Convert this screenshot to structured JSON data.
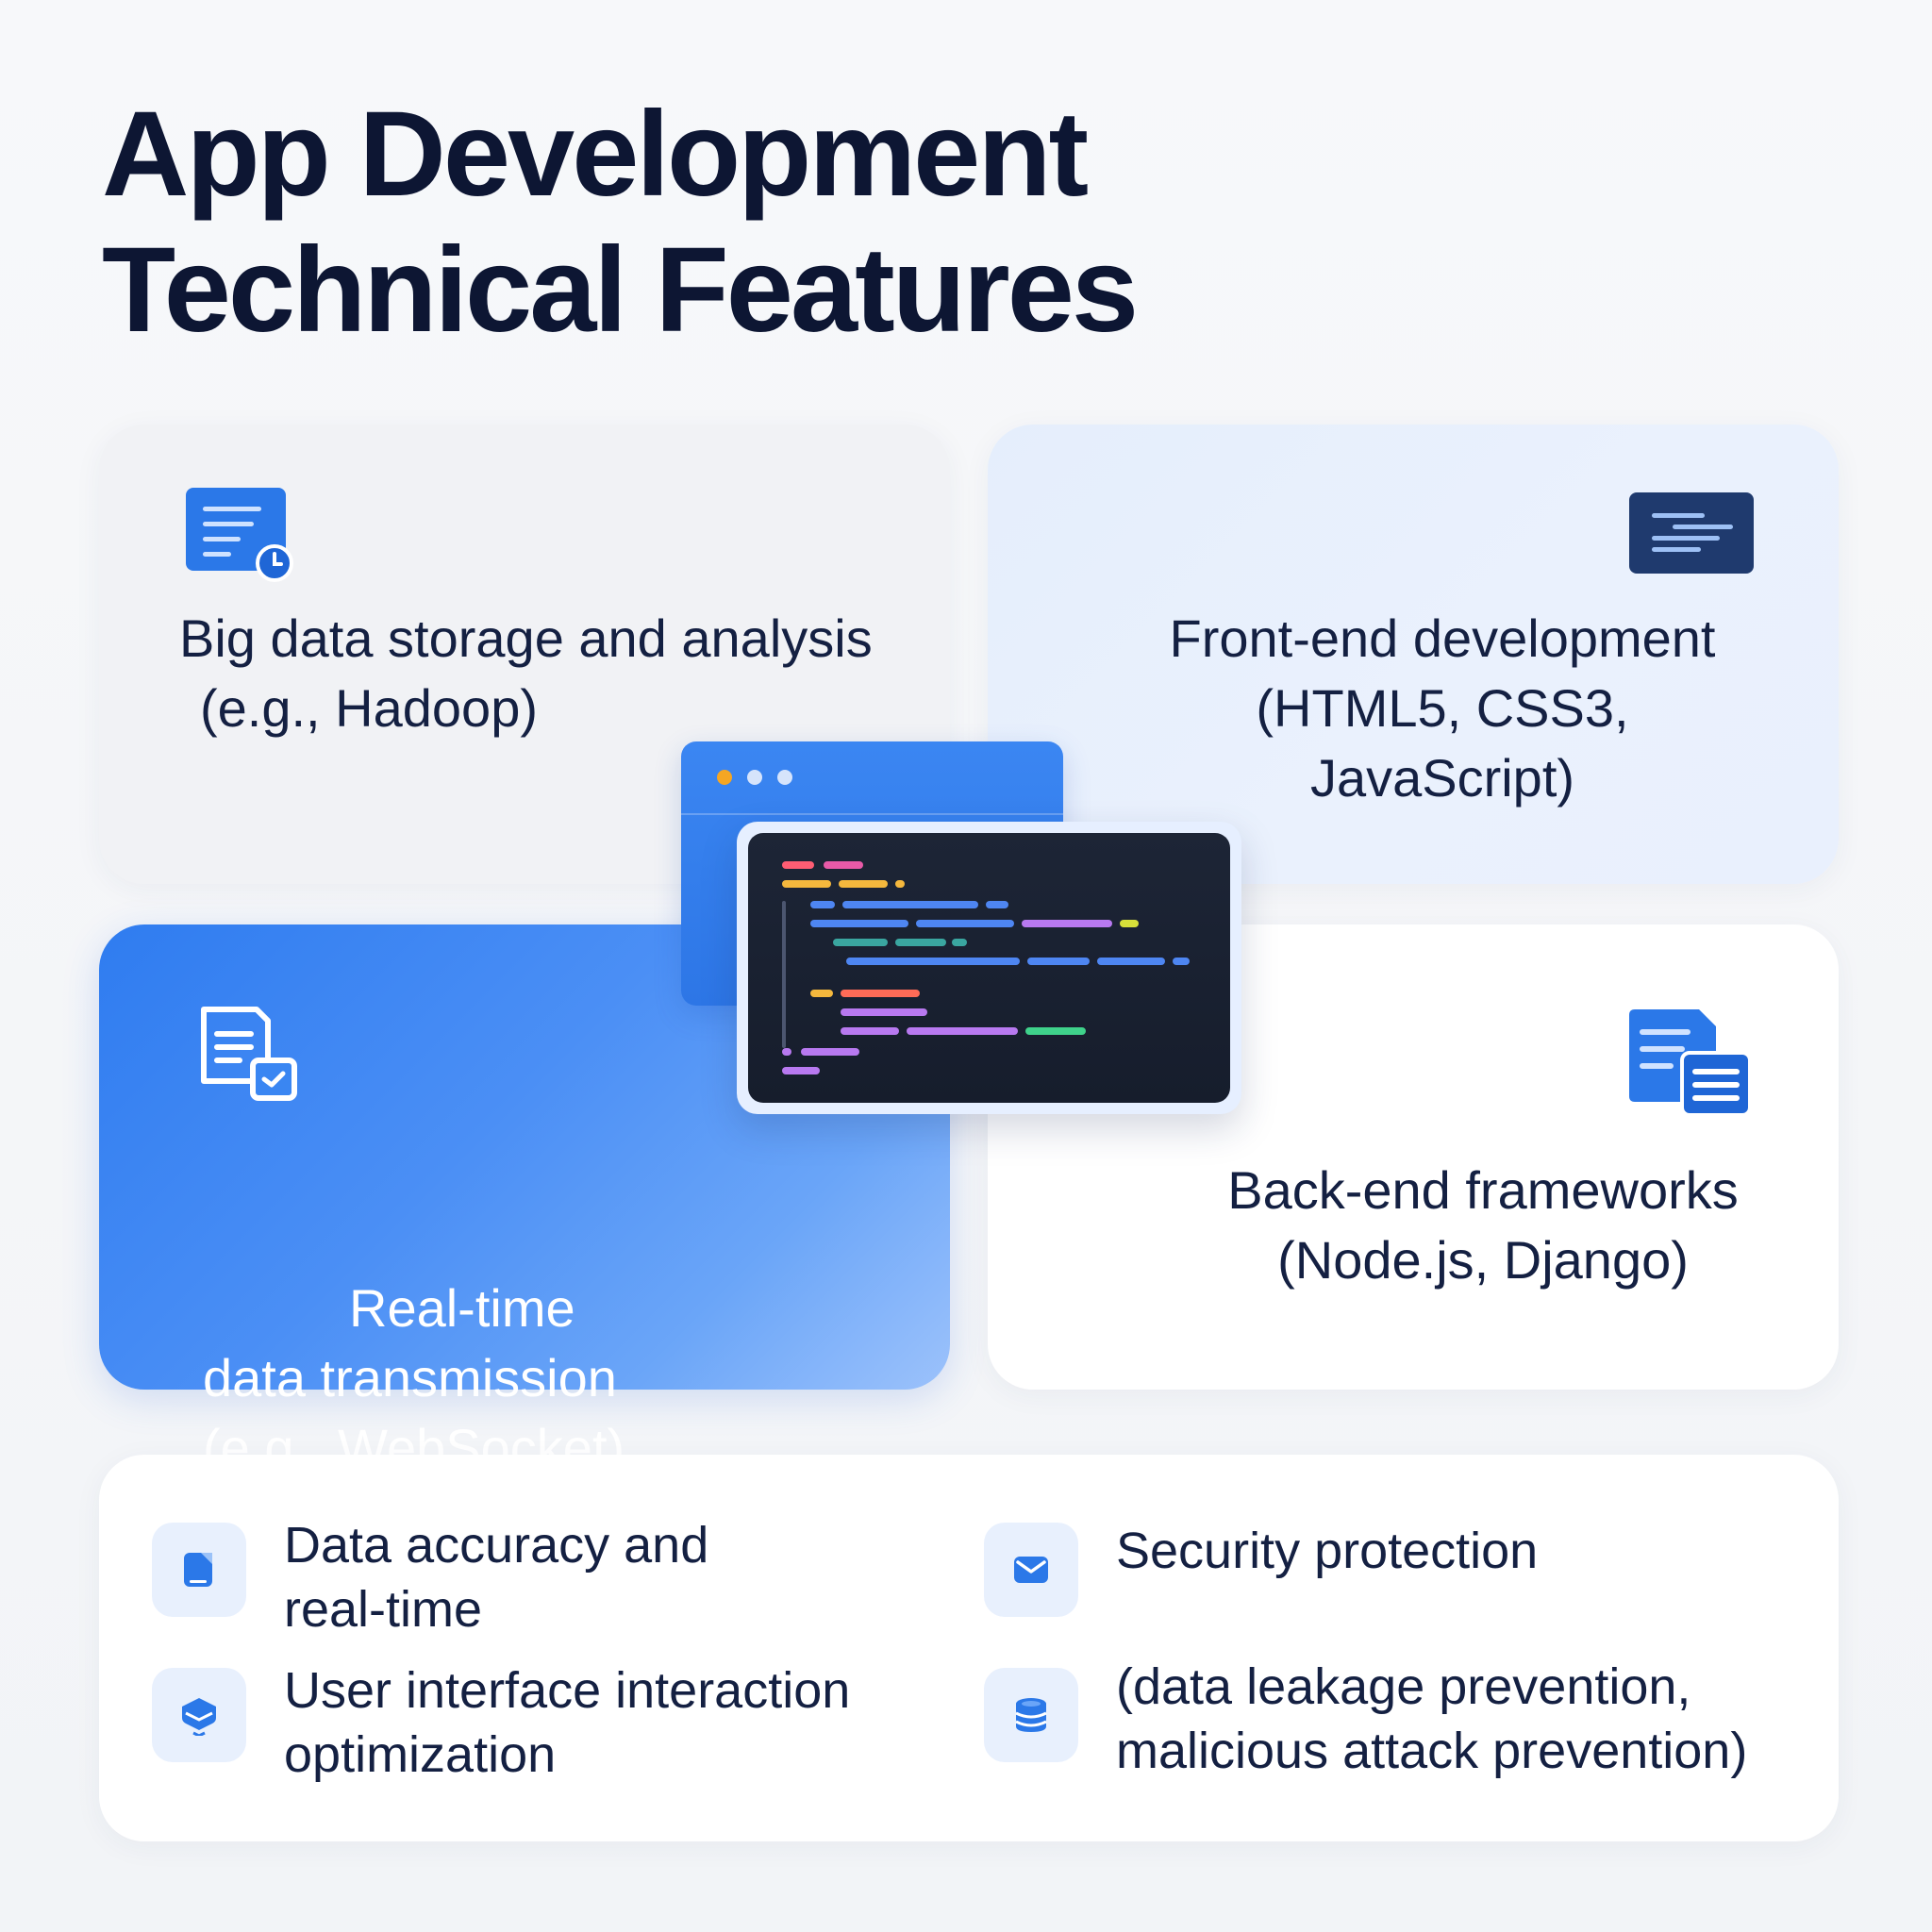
{
  "title": {
    "line1": "App Development",
    "line2": "Technical Features"
  },
  "cards": {
    "bigdata": {
      "line1": "Big data storage and analysis",
      "line2": "(e.g., Hadoop)",
      "icon": "document-clock-icon"
    },
    "frontend": {
      "line1": "Front-end development",
      "line2": "(HTML5, CSS3,",
      "line3": "JavaScript)",
      "icon": "code-window-icon"
    },
    "realtime": {
      "line1": "Real-time",
      "line2": "data transmission",
      "line3": "(e.g., WebSocket)",
      "icon": "document-transfer-icon"
    },
    "backend": {
      "line1": "Back-end frameworks",
      "line2": "(Node.js, Django)",
      "icon": "stacked-documents-icon"
    }
  },
  "features": [
    {
      "line1": "Data accuracy and",
      "line2": "real-time",
      "icon": "tablet-icon"
    },
    {
      "line1": "User interface interaction",
      "line2": "optimization",
      "icon": "layers-icon"
    },
    {
      "line1": "Security protection",
      "line2": "",
      "icon": "envelope-icon"
    },
    {
      "line1": "(data leakage prevention,",
      "line2": "malicious attack prevention)",
      "icon": "database-icon"
    }
  ],
  "colors": {
    "accent": "#2b78e8",
    "title": "#0d1633",
    "text": "#142042",
    "editor_bg": "#1a2131"
  }
}
